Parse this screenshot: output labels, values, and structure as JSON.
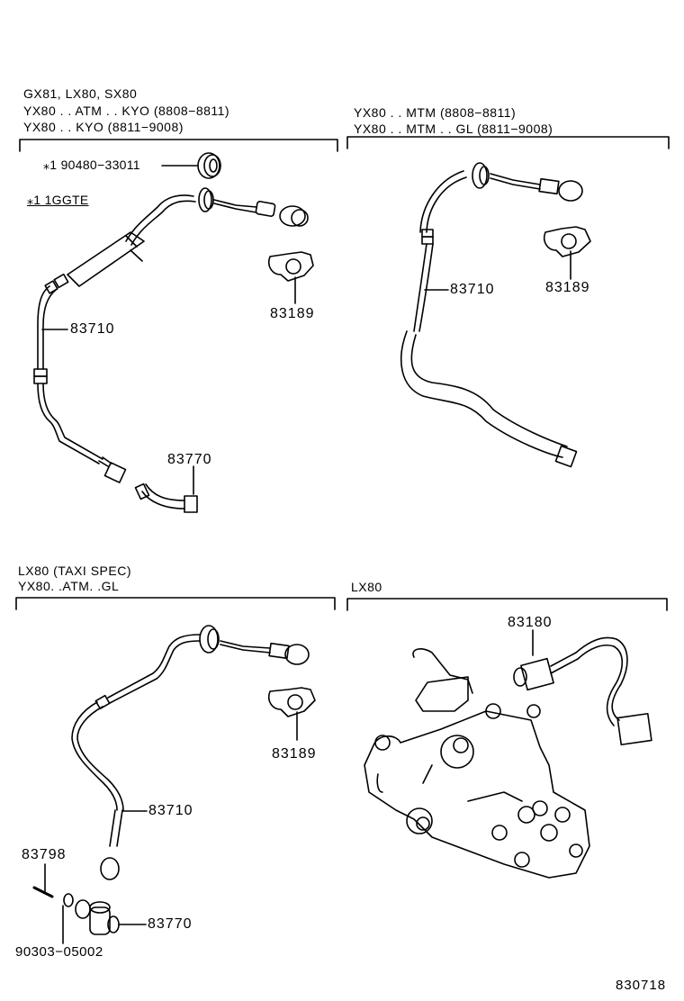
{
  "diagram_id": "830718",
  "sections": [
    {
      "id": "top-left",
      "header_lines": [
        "GX81, LX80, SX80",
        "YX80 . . ATM . . KYO (8808−8811)",
        "YX80 . . KYO (8811−9008)"
      ],
      "note_part": "⁎1 90480−33011",
      "note_legend": "⁎1  1GGTE",
      "parts": [
        "83710",
        "83189",
        "83770"
      ]
    },
    {
      "id": "top-right",
      "header_lines": [
        "YX80 . . MTM (8808−8811)",
        "YX80 . . MTM . . GL (8811−9008)"
      ],
      "parts": [
        "83710",
        "83189"
      ]
    },
    {
      "id": "bottom-left",
      "header_lines": [
        "LX80 (TAXI  SPEC)",
        "YX80. .ATM. .GL"
      ],
      "parts": [
        "83189",
        "83710",
        "83798",
        "83770",
        "90303−05002"
      ]
    },
    {
      "id": "bottom-right",
      "header_lines": [
        "LX80"
      ],
      "parts": [
        "83180"
      ]
    }
  ],
  "colors": {
    "line": "#000000",
    "background": "#ffffff"
  }
}
